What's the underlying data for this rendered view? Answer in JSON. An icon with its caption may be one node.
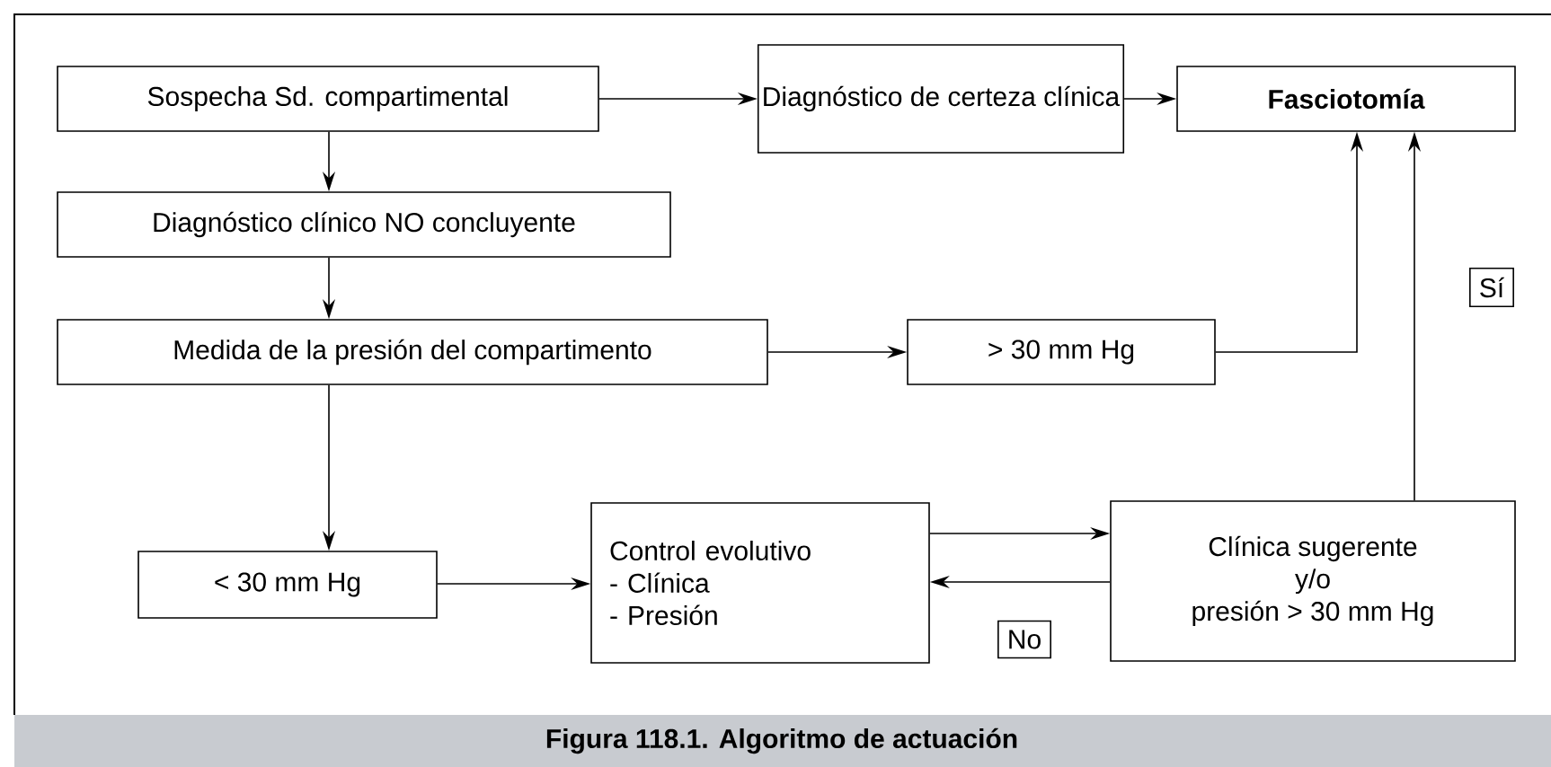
{
  "diagram": {
    "caption": "Figura 118.1. Algoritmo de actuación",
    "nodes": [
      {
        "text": [
          "Sospecha Sd. compartimental"
        ]
      },
      {
        "text": [
          "Diagnóstico de certeza clínica"
        ]
      },
      {
        "text": [
          "Fasciotomía"
        ]
      },
      {
        "text": [
          "Diagnóstico clínico NO concluyente"
        ]
      },
      {
        "text": [
          "Medida de la presión del compartimento"
        ]
      },
      {
        "text": [
          "> 30 mm Hg"
        ]
      },
      {
        "text": [
          "< 30 mm Hg"
        ]
      },
      {
        "text": [
          "Control evolutivo",
          "- Clínica",
          "- Presión"
        ]
      },
      {
        "text": [
          "Clínica sugerente",
          "y/o",
          "presión > 30 mm Hg"
        ]
      }
    ],
    "edges": [
      {
        "from": 0,
        "to": 1,
        "arrow": "to"
      },
      {
        "from": 1,
        "to": 2,
        "arrow": "to"
      },
      {
        "from": 0,
        "to": 3,
        "arrow": "to"
      },
      {
        "from": 3,
        "to": 4,
        "arrow": "to"
      },
      {
        "from": 4,
        "to": 5,
        "arrow": "to"
      },
      {
        "from": 5,
        "to": 2,
        "arrow": "to"
      },
      {
        "from": 4,
        "to": 6,
        "arrow": "to"
      },
      {
        "from": 6,
        "to": 7,
        "arrow": "to"
      },
      {
        "from": 7,
        "to": 8,
        "arrow": "to"
      },
      {
        "from": 8,
        "to": 7,
        "arrow": "to",
        "label": "No"
      },
      {
        "from": 8,
        "to": 2,
        "arrow": "to",
        "label": "Sí"
      }
    ]
  }
}
